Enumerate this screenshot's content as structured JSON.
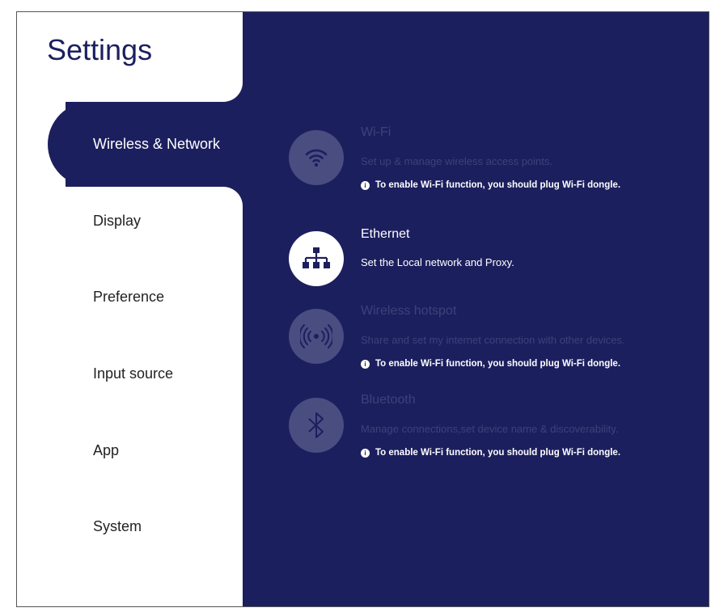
{
  "title": "Settings",
  "nav": [
    {
      "label": "Wireless & Network",
      "active": true
    },
    {
      "label": "Display"
    },
    {
      "label": "Preference"
    },
    {
      "label": "Input source"
    },
    {
      "label": "App"
    },
    {
      "label": "System"
    }
  ],
  "items": [
    {
      "title": "Wi-Fi",
      "desc": "Set up & manage wireless access points.",
      "note": "To enable Wi-Fi function, you should plug Wi-Fi dongle.",
      "icon": "wifi-icon",
      "enabled": false
    },
    {
      "title": "Ethernet",
      "desc": "Set the Local network and Proxy.",
      "icon": "network-icon",
      "enabled": true
    },
    {
      "title": "Wireless hotspot",
      "desc": "Share and set my internet connection with other devices.",
      "note": "To enable Wi-Fi function, you should plug Wi-Fi dongle.",
      "icon": "hotspot-icon",
      "enabled": false
    },
    {
      "title": "Bluetooth",
      "desc": "Manage connections,set device name & discoverability.",
      "note": "To enable Wi-Fi function, you should plug Wi-Fi dongle.",
      "icon": "bluetooth-icon",
      "enabled": false
    }
  ],
  "info_glyph": "i",
  "colors": {
    "primary": "#1c1f5e",
    "disabled_circle": "#4a4d80",
    "disabled_text": "#3e4178"
  }
}
